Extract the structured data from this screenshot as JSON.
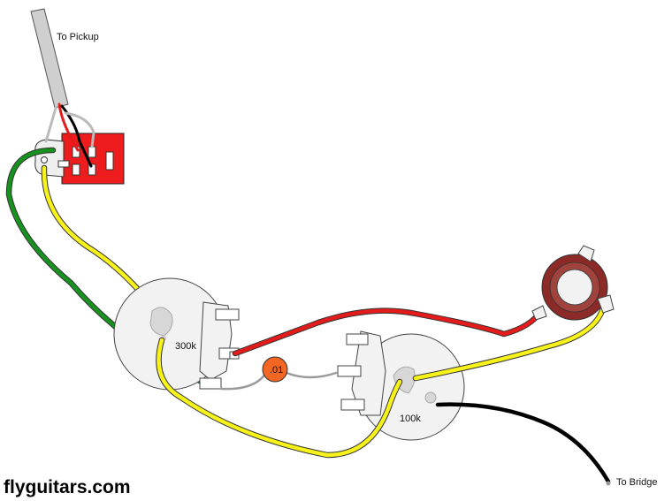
{
  "labels": {
    "to_pickup": "To Pickup",
    "pot1_value": "300k",
    "pot2_value": "100k",
    "capacitor_value": ".01",
    "to_bridge": "To Bridge",
    "brand": "flyguitars.com"
  },
  "colors": {
    "red_wire": "#e41b1b",
    "yellow_wire": "#f7f21a",
    "green_wire": "#17921f",
    "black_wire": "#000000",
    "gray_wire": "#9a9a9a",
    "switch_body": "#ee1c1c",
    "capacitor": "#f26522",
    "jack_ring": "#8b2a26",
    "pot_body": "#f2f2f2"
  }
}
